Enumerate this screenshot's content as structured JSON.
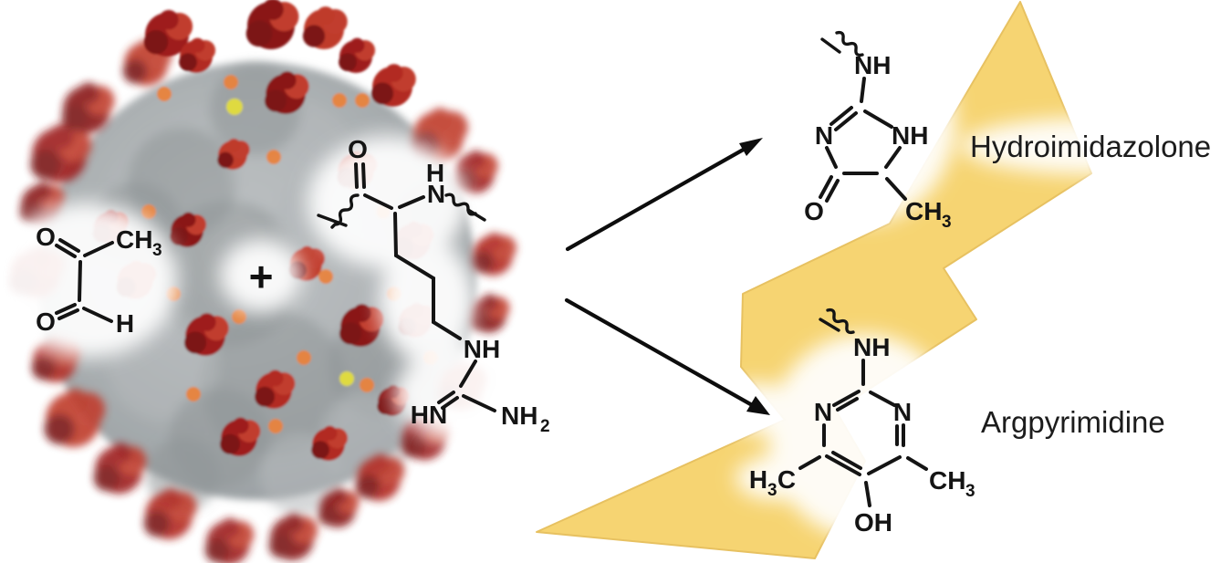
{
  "labels": {
    "hydroimidazolone": "Hydroimidazolone",
    "argpyrimidine": "Argpyrimidine",
    "plus": "+"
  },
  "molecules": {
    "methylglyoxal": {
      "o_top": "O",
      "ch3_main": "CH",
      "ch3_sub": "3",
      "o_bottom": "O",
      "h": "H"
    },
    "arginine_residue": {
      "o": "O",
      "h_backbone": "H",
      "n_backbone": "N",
      "nh_sidechain": "NH",
      "hn_guanidine": "HN",
      "nh2_main": "NH",
      "nh2_sub": "2"
    },
    "hydroimidazolone": {
      "nh_link": "NH",
      "n_ring": "N",
      "nh_ring": "NH",
      "o_ketone": "O",
      "ch3_main": "CH",
      "ch3_sub": "3"
    },
    "argpyrimidine": {
      "nh_link": "NH",
      "n_left": "N",
      "n_right": "N",
      "h3c_h": "H",
      "h3c_sub": "3",
      "h3c_c": "C",
      "ch3_main": "CH",
      "ch3_sub": "3",
      "oh": "OH"
    }
  },
  "colors": {
    "bolt_yellow": "#f6d36e",
    "bolt_edge": "#e7c05c",
    "spike_red": "#a81d1d",
    "virus_gray": "#a4a8aa",
    "dot_orange": "#e8833d",
    "dot_yellow": "#e3dd3a",
    "line_black": "#141414"
  }
}
